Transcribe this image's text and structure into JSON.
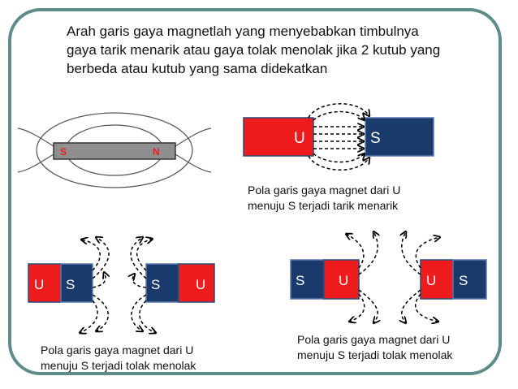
{
  "heading": {
    "lines": [
      "Arah garis gaya magnetlah yang menyebabkan timbulnya",
      "gaya tarik menarik atau gaya tolak menolak jika 2 kutub yang",
      "berbeda atau kutub yang sama didekatkan"
    ]
  },
  "bar_magnet": {
    "south_label": "S",
    "north_label": "N"
  },
  "attract": {
    "left_pole": "U",
    "right_pole": "S",
    "caption": [
      "Pola garis gaya magnet dari U",
      "menuju S terjadi tarik menarik"
    ]
  },
  "repel_left": {
    "magnet_a": [
      "U",
      "S"
    ],
    "magnet_b": [
      "S",
      "U"
    ],
    "caption": [
      "Pola garis gaya magnet dari U",
      "menuju S terjadi tolak menolak"
    ]
  },
  "repel_right": {
    "magnet_a": [
      "S",
      "U"
    ],
    "magnet_b": [
      "U",
      "S"
    ],
    "caption": [
      "Pola garis gaya magnet dari U",
      "menuju S terjadi tolak menolak"
    ]
  },
  "colors": {
    "frame": "#5d8c89",
    "north_red": "#ee1c1c",
    "south_navy": "#1a3a6b",
    "bar_gray": "#8f8f8f"
  }
}
